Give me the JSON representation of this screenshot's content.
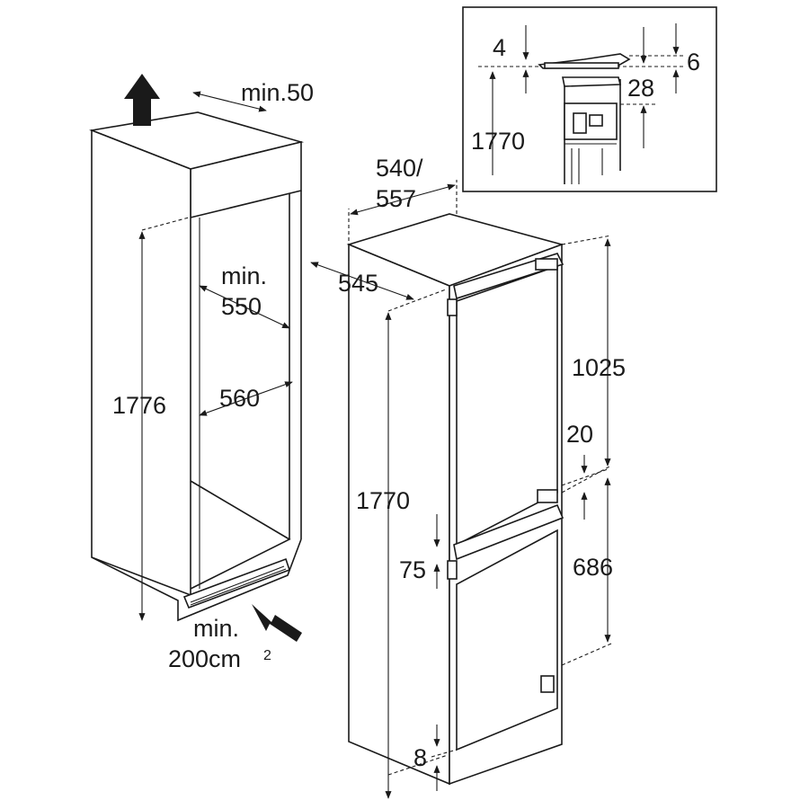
{
  "labels": {
    "top_clearance": "min.50",
    "niche_height": "1776",
    "niche_depth_min": "min.",
    "niche_depth_value": "550",
    "niche_width": "560",
    "vent_area_min": "min.",
    "vent_area_value": "200cm",
    "vent_area_superscript": "2",
    "appliance_depth_a": "540/",
    "appliance_depth_b": "557",
    "appliance_width": "545",
    "appliance_height": "1770",
    "upper_door_height": "1025",
    "door_gap": "20",
    "lower_door_height": "686",
    "hinge_offset": "75",
    "bottom_gap": "8",
    "detail_top_gap": "4",
    "detail_right_gap": "6",
    "detail_panel_offset": "28",
    "detail_height": "1770"
  }
}
